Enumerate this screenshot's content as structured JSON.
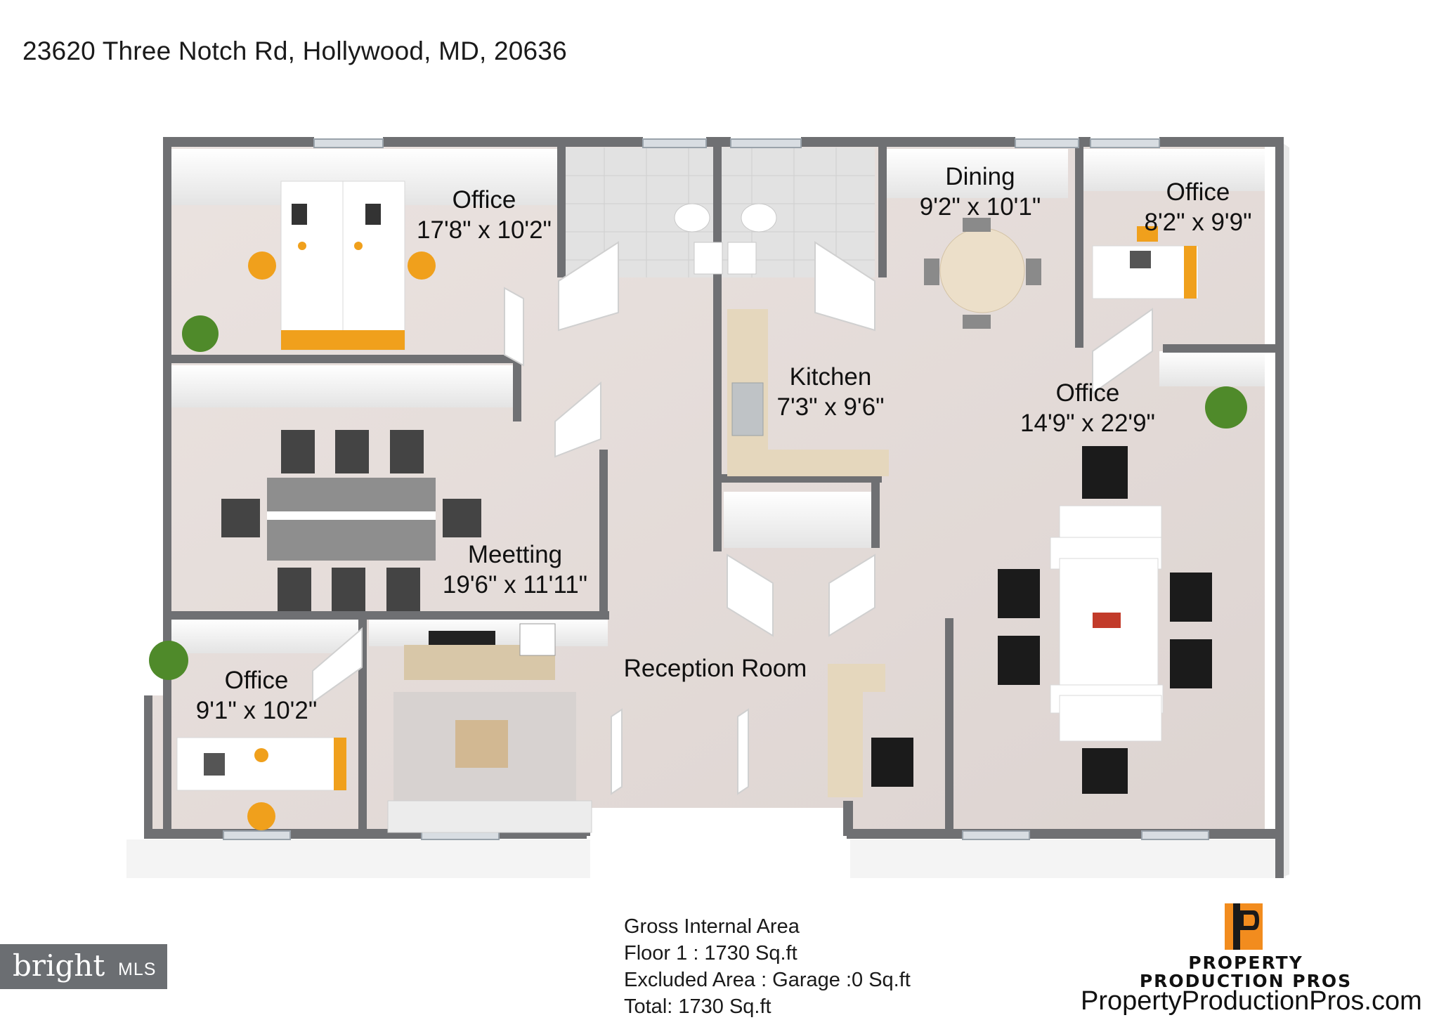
{
  "address": "23620 Three Notch Rd, Hollywood, MD, 20636",
  "rooms": [
    {
      "name": "Office",
      "size": "17'8\" x 10'2\""
    },
    {
      "name": "Dining",
      "size": "9'2\" x 10'1\""
    },
    {
      "name": "Office",
      "size": "8'2\" x 9'9\""
    },
    {
      "name": "Kitchen",
      "size": "7'3\" x 9'6\""
    },
    {
      "name": "Office",
      "size": "14'9\" x 22'9\""
    },
    {
      "name": "Meetting",
      "size": "19'6\" x 11'11\""
    },
    {
      "name": "Reception Room",
      "size": ""
    },
    {
      "name": "Office",
      "size": "9'1\" x 10'2\""
    }
  ],
  "area": {
    "heading": "Gross Internal Area",
    "floor": "Floor 1 : 1730 Sq.ft",
    "excluded": "Excluded Area : Garage :0 Sq.ft",
    "total": "Total: 1730 Sq.ft"
  },
  "logo": {
    "letter": "P",
    "line1": "PROPERTY",
    "line2": "PRODUCTION PROS",
    "url": "PropertyProductionPros.com",
    "accent_color": "#f28c1e"
  },
  "watermark": {
    "word": "bright",
    "suffix": "MLS"
  },
  "colors": {
    "floor": "#e6dedb",
    "wall_top": "#6f7073",
    "wall_face": "#f3f3f3",
    "desk_accent": "#f0a01c",
    "chair_dark": "#1b1b1b",
    "plant": "#4f8a2a"
  }
}
